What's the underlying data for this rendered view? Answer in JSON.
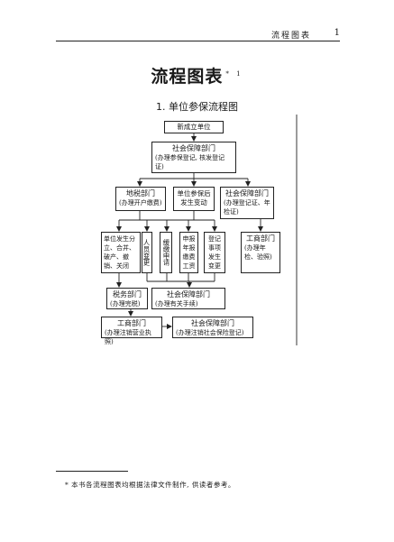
{
  "running_head": {
    "title": "流程图表",
    "page_number": "1"
  },
  "title": {
    "text": "流程图表",
    "marker": "* 1"
  },
  "section": {
    "heading": "1. 单位参保流程图"
  },
  "flow": {
    "new_unit": "新成立单位",
    "social_security_1": {
      "title": "社会保障部门",
      "sub": "(办理参保登记, 核发登记证)"
    },
    "tax": {
      "title": "地税部门",
      "sub": "(办理开户缴费)"
    },
    "change": {
      "line1": "单位参保后",
      "line2": "发生变动"
    },
    "social_security_2": {
      "title": "社会保障部门",
      "sub": "(办理登记证、年检证)"
    },
    "dissolve": "单位发生分立、合并、破产、撤销、关闭",
    "personnel": "人员变更",
    "defer": "缓缴申请",
    "wage": "申报年报缴费工资",
    "registration": "登记事项发生变更",
    "commerce_1": {
      "title": "工商部门",
      "sub": "(办理年检、验照)"
    },
    "tax_2": {
      "title": "税务部门",
      "sub": "(办理完税)"
    },
    "social_security_3": {
      "title": "社会保障部门",
      "sub": "(办理有关手续)"
    },
    "commerce_2": {
      "title": "工商部门",
      "sub": "(办理注销营业执照)"
    },
    "social_security_4": {
      "title": "社会保障部门",
      "sub": "(办理注销社会保险登记)"
    }
  },
  "footnote": {
    "text": "* 本书各流程图表均根据法律文件制作, 供读者参考。"
  }
}
